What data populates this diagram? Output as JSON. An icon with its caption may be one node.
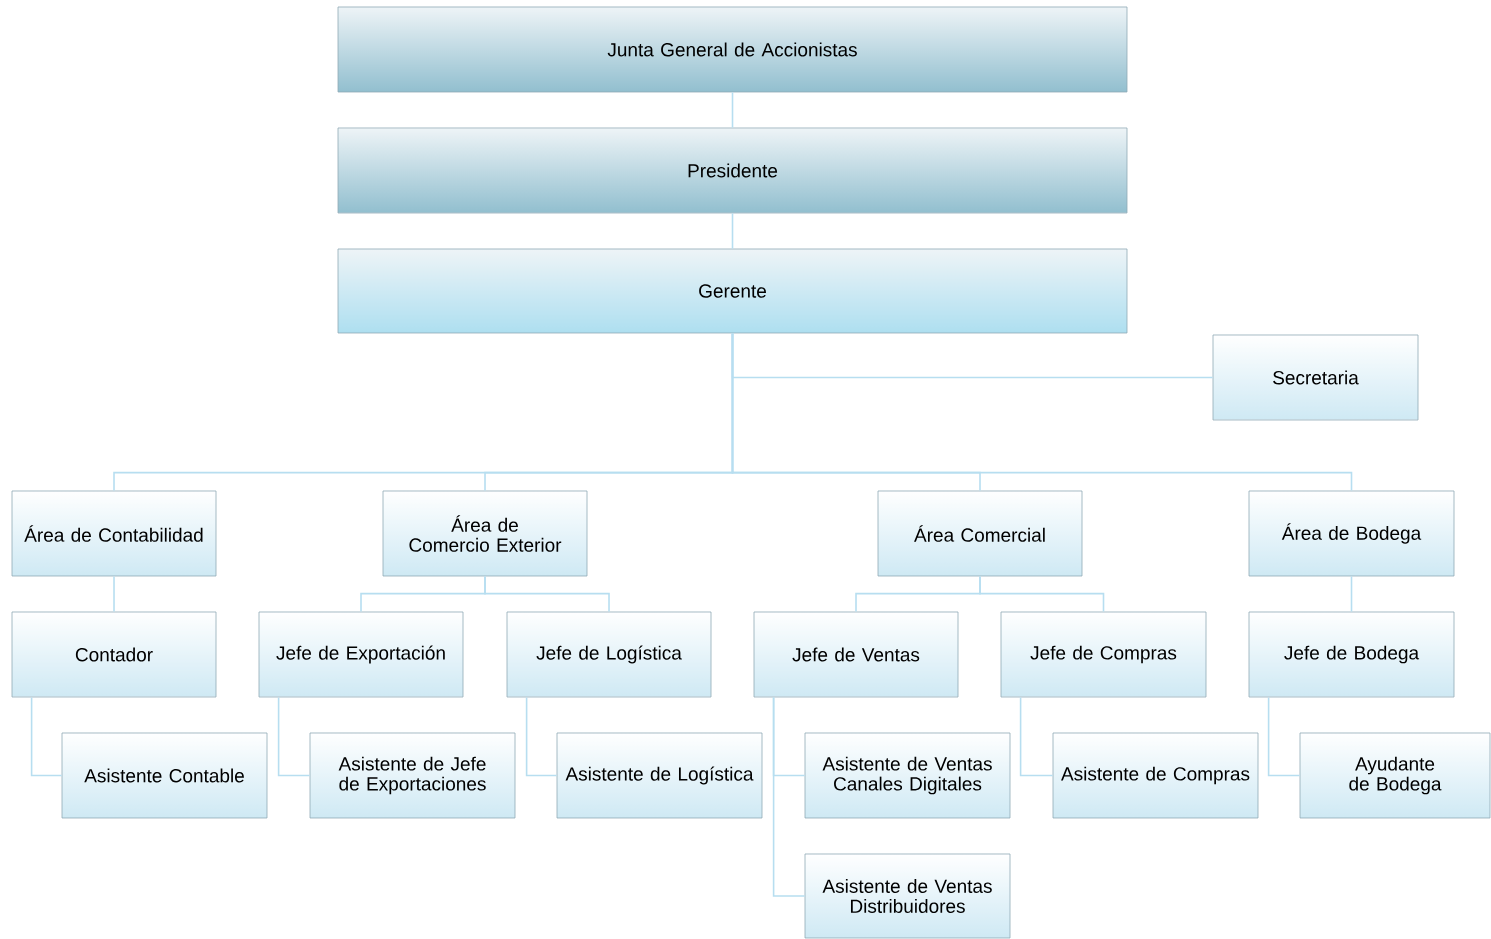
{
  "diagram": {
    "nodes": [
      {
        "text": [
          "Junta General de Accionistas"
        ]
      },
      {
        "text": [
          "Presidente"
        ]
      },
      {
        "text": [
          "Gerente"
        ]
      },
      {
        "text": [
          "Secretaria"
        ]
      },
      {
        "text": [
          "Área de Contabilidad"
        ]
      },
      {
        "text": [
          "Área de Comercio Exterior"
        ]
      },
      {
        "text": [
          "Área Comercial"
        ]
      },
      {
        "text": [
          "Área de Bodega"
        ]
      },
      {
        "text": [
          "Contador"
        ]
      },
      {
        "text": [
          "Jefe de Exportación"
        ]
      },
      {
        "text": [
          "Jefe de Logística"
        ]
      },
      {
        "text": [
          "Jefe de Ventas"
        ]
      },
      {
        "text": [
          "Jefe de Compras"
        ]
      },
      {
        "text": [
          "Jefe de Bodega"
        ]
      },
      {
        "text": [
          "Asistente Contable"
        ]
      },
      {
        "text": [
          "Asistente de Jefe de Exportaciones"
        ]
      },
      {
        "text": [
          "Asistente de Logística"
        ]
      },
      {
        "text": [
          "Asistente de Ventas Canales Digitales"
        ]
      },
      {
        "text": [
          "Asistente de Ventas Distribuidores"
        ]
      },
      {
        "text": [
          "Asistente de Compras"
        ]
      },
      {
        "text": [
          "Ayudante de Bodega"
        ]
      }
    ],
    "edges": [
      {
        "from": 0,
        "to": 1,
        "arrow": "none"
      },
      {
        "from": 1,
        "to": 2,
        "arrow": "none"
      },
      {
        "from": 2,
        "to": 3,
        "arrow": "none"
      },
      {
        "from": 2,
        "to": 4,
        "arrow": "none"
      },
      {
        "from": 2,
        "to": 5,
        "arrow": "none"
      },
      {
        "from": 2,
        "to": 6,
        "arrow": "none"
      },
      {
        "from": 2,
        "to": 7,
        "arrow": "none"
      },
      {
        "from": 4,
        "to": 8,
        "arrow": "none"
      },
      {
        "from": 5,
        "to": 9,
        "arrow": "none"
      },
      {
        "from": 5,
        "to": 10,
        "arrow": "none"
      },
      {
        "from": 6,
        "to": 11,
        "arrow": "none"
      },
      {
        "from": 6,
        "to": 12,
        "arrow": "none"
      },
      {
        "from": 7,
        "to": 13,
        "arrow": "none"
      },
      {
        "from": 8,
        "to": 14,
        "arrow": "none"
      },
      {
        "from": 9,
        "to": 15,
        "arrow": "none"
      },
      {
        "from": 10,
        "to": 16,
        "arrow": "none"
      },
      {
        "from": 11,
        "to": 17,
        "arrow": "none"
      },
      {
        "from": 11,
        "to": 18,
        "arrow": "none"
      },
      {
        "from": 12,
        "to": 19,
        "arrow": "none"
      },
      {
        "from": 13,
        "to": 20,
        "arrow": "none"
      }
    ]
  }
}
